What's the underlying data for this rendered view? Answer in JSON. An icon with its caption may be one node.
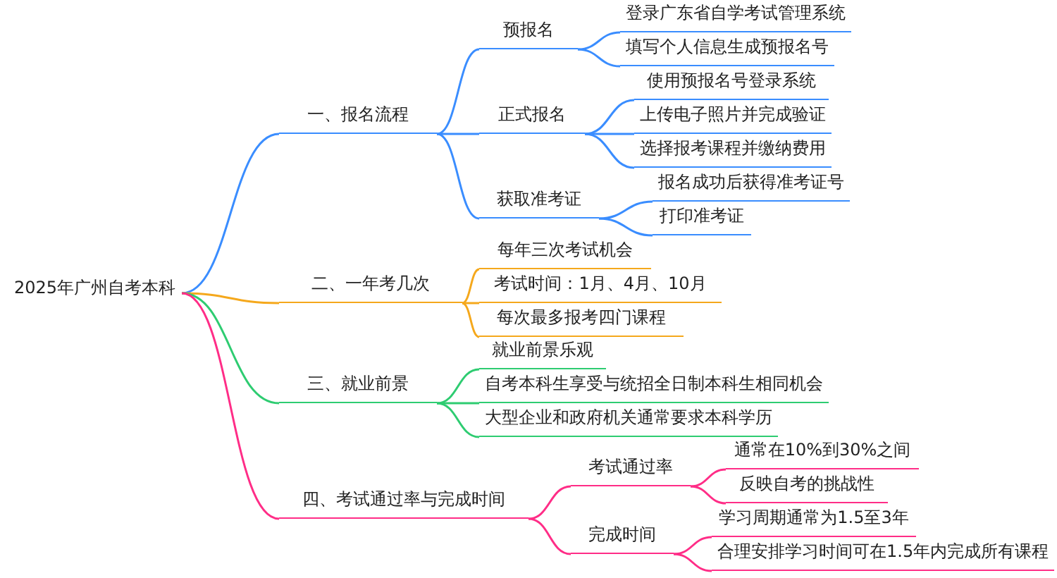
{
  "diagram": {
    "nodes": [
      {
        "text": [
          "2025年广州自考本科"
        ]
      },
      {
        "text": [
          "一、报名流程"
        ]
      },
      {
        "text": [
          "预报名"
        ]
      },
      {
        "text": [
          "登录广东省自学考试管理系统"
        ]
      },
      {
        "text": [
          "填写个人信息生成预报名号"
        ]
      },
      {
        "text": [
          "正式报名"
        ]
      },
      {
        "text": [
          "使用预报名号登录系统"
        ]
      },
      {
        "text": [
          "上传电子照片并完成验证"
        ]
      },
      {
        "text": [
          "选择报考课程并缴纳费用"
        ]
      },
      {
        "text": [
          "获取准考证"
        ]
      },
      {
        "text": [
          "报名成功后获得准考证号"
        ]
      },
      {
        "text": [
          "打印准考证"
        ]
      },
      {
        "text": [
          "二、一年考几次"
        ]
      },
      {
        "text": [
          "每年三次考试机会"
        ]
      },
      {
        "text": [
          "考试时间：1月、4月、10月"
        ]
      },
      {
        "text": [
          "每次最多报考四门课程"
        ]
      },
      {
        "text": [
          "三、就业前景"
        ]
      },
      {
        "text": [
          "就业前景乐观"
        ]
      },
      {
        "text": [
          "自考本科生享受与统招全日制本科生相同机会"
        ]
      },
      {
        "text": [
          "大型企业和政府机关通常要求本科学历"
        ]
      },
      {
        "text": [
          "四、考试通过率与完成时间"
        ]
      },
      {
        "text": [
          "考试通过率"
        ]
      },
      {
        "text": [
          "通常在10%到30%之间"
        ]
      },
      {
        "text": [
          "反映自考的挑战性"
        ]
      },
      {
        "text": [
          "完成时间"
        ]
      },
      {
        "text": [
          "学习周期通常为1.5至3年"
        ]
      },
      {
        "text": [
          "合理安排学习时间可在1.5年内完成所有课程"
        ]
      }
    ],
    "edges": [
      {
        "from": 0,
        "to": 1,
        "arrow": "none"
      },
      {
        "from": 1,
        "to": 2,
        "arrow": "none"
      },
      {
        "from": 2,
        "to": 3,
        "arrow": "none"
      },
      {
        "from": 2,
        "to": 4,
        "arrow": "none"
      },
      {
        "from": 1,
        "to": 5,
        "arrow": "none"
      },
      {
        "from": 5,
        "to": 6,
        "arrow": "none"
      },
      {
        "from": 5,
        "to": 7,
        "arrow": "none"
      },
      {
        "from": 5,
        "to": 8,
        "arrow": "none"
      },
      {
        "from": 1,
        "to": 9,
        "arrow": "none"
      },
      {
        "from": 9,
        "to": 10,
        "arrow": "none"
      },
      {
        "from": 9,
        "to": 11,
        "arrow": "none"
      },
      {
        "from": 0,
        "to": 12,
        "arrow": "none",
        "color": "#f5a81c"
      },
      {
        "from": 12,
        "to": 13,
        "arrow": "none",
        "color": "#f5a81c"
      },
      {
        "from": 12,
        "to": 14,
        "arrow": "none",
        "color": "#f5a81c"
      },
      {
        "from": 12,
        "to": 15,
        "arrow": "none",
        "color": "#f5a81c"
      },
      {
        "from": 0,
        "to": 16,
        "arrow": "none",
        "color": "#2ecc71"
      },
      {
        "from": 16,
        "to": 17,
        "arrow": "none",
        "color": "#2ecc71"
      },
      {
        "from": 16,
        "to": 18,
        "arrow": "none",
        "color": "#2ecc71"
      },
      {
        "from": 16,
        "to": 19,
        "arrow": "none",
        "color": "#2ecc71"
      },
      {
        "from": 0,
        "to": 20,
        "arrow": "none",
        "color": "#ff2d87"
      },
      {
        "from": 20,
        "to": 21,
        "arrow": "none",
        "color": "#ff2d87"
      },
      {
        "from": 21,
        "to": 22,
        "arrow": "none",
        "color": "#ff2d87"
      },
      {
        "from": 21,
        "to": 23,
        "arrow": "none",
        "color": "#ff2d87"
      },
      {
        "from": 20,
        "to": 24,
        "arrow": "none",
        "color": "#ff2d87"
      },
      {
        "from": 24,
        "to": 25,
        "arrow": "none",
        "color": "#ff2d87"
      },
      {
        "from": 24,
        "to": 26,
        "arrow": "none",
        "color": "#ff2d87"
      }
    ]
  }
}
